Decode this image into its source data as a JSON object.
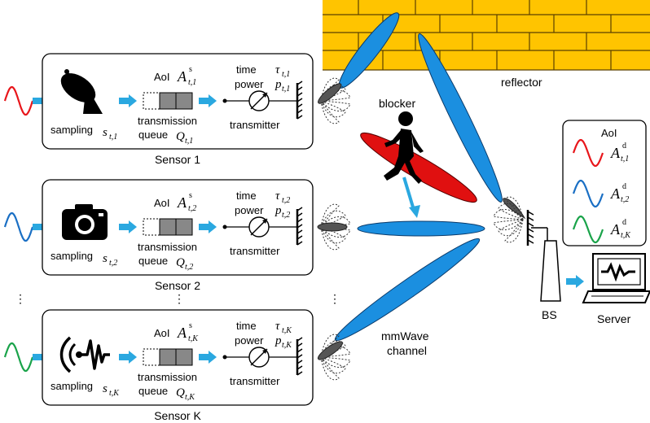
{
  "colors": {
    "signal_red": "#e8161b",
    "signal_blue": "#1a6fc4",
    "signal_green": "#1aa34a",
    "arrow_cyan": "#2aa8e0",
    "beam_blue": "#1b8fe0",
    "beam_red": "#e01010",
    "wall_fill": "#ffc400",
    "queue_gray": "#888888"
  },
  "sensors": [
    {
      "name": "Sensor 1",
      "icon": "satellite-dish-icon",
      "sampling_label": "sampling",
      "sampling_sym": "s",
      "sampling_sub": "t,1",
      "aoi_label": "AoI",
      "aoi_sym": "A",
      "aoi_sup": "s",
      "aoi_sub": "t,1",
      "queue_line1": "transmission",
      "queue_line2": "queue",
      "queue_sym": "Q",
      "queue_sub": "t,1",
      "time_label": "time",
      "time_sym": "τ",
      "time_sub": "t,1",
      "power_label": "power",
      "power_sym": "p",
      "power_sub": "t,1",
      "tx_label": "transmitter"
    },
    {
      "name": "Sensor 2",
      "icon": "camera-icon",
      "sampling_label": "sampling",
      "sampling_sym": "s",
      "sampling_sub": "t,2",
      "aoi_label": "AoI",
      "aoi_sym": "A",
      "aoi_sup": "s",
      "aoi_sub": "t,2",
      "queue_line1": "transmission",
      "queue_line2": "queue",
      "queue_sym": "Q",
      "queue_sub": "t,2",
      "time_label": "time",
      "time_sym": "τ",
      "time_sub": "t,2",
      "power_label": "power",
      "power_sym": "p",
      "power_sub": "t,2",
      "tx_label": "transmitter"
    },
    {
      "name": "Sensor K",
      "icon": "sound-wave-icon",
      "sampling_label": "sampling",
      "sampling_sym": "s",
      "sampling_sub": "t,K",
      "aoi_label": "AoI",
      "aoi_sym": "A",
      "aoi_sup": "s",
      "aoi_sub": "t,K",
      "queue_line1": "transmission",
      "queue_line2": "queue",
      "queue_sym": "Q",
      "queue_sub": "t,K",
      "time_label": "time",
      "time_sym": "τ",
      "time_sub": "t,K",
      "power_label": "power",
      "power_sym": "p",
      "power_sub": "t,K",
      "tx_label": "transmitter"
    }
  ],
  "ellipsis": "⋮",
  "reflector_label": "reflector",
  "blocker_label": "blocker",
  "channel_line1": "mmWave",
  "channel_line2": "channel",
  "bs_label": "BS",
  "server_label": "Server",
  "server_aoi": {
    "title": "AoI",
    "entries": [
      {
        "sym": "A",
        "sup": "d",
        "sub": "t,1"
      },
      {
        "sym": "A",
        "sup": "d",
        "sub": "t,2"
      },
      {
        "sym": "A",
        "sup": "d",
        "sub": "t,K"
      }
    ]
  }
}
